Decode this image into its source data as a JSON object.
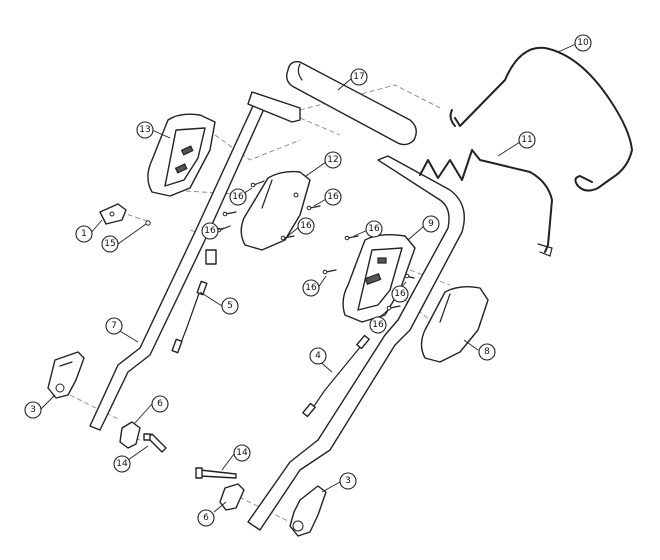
{
  "callouts": [
    {
      "id": "c1",
      "label": "1"
    },
    {
      "id": "c2",
      "label": "3"
    },
    {
      "id": "c3",
      "label": "3"
    },
    {
      "id": "c4",
      "label": "4"
    },
    {
      "id": "c5",
      "label": "5"
    },
    {
      "id": "c6",
      "label": "6"
    },
    {
      "id": "c7",
      "label": "6"
    },
    {
      "id": "c8",
      "label": "7"
    },
    {
      "id": "c9",
      "label": "8"
    },
    {
      "id": "c10",
      "label": "9"
    },
    {
      "id": "c11",
      "label": "10"
    },
    {
      "id": "c12",
      "label": "11"
    },
    {
      "id": "c13",
      "label": "12"
    },
    {
      "id": "c14",
      "label": "13"
    },
    {
      "id": "c15",
      "label": "14"
    },
    {
      "id": "c16",
      "label": "14"
    },
    {
      "id": "c17",
      "label": "15"
    },
    {
      "id": "c18",
      "label": "16"
    },
    {
      "id": "c19",
      "label": "16"
    },
    {
      "id": "c20",
      "label": "16"
    },
    {
      "id": "c21",
      "label": "16"
    },
    {
      "id": "c22",
      "label": "16"
    },
    {
      "id": "c23",
      "label": "16"
    },
    {
      "id": "c24",
      "label": "16"
    },
    {
      "id": "c25",
      "label": "16"
    },
    {
      "id": "c26",
      "label": "17"
    }
  ]
}
